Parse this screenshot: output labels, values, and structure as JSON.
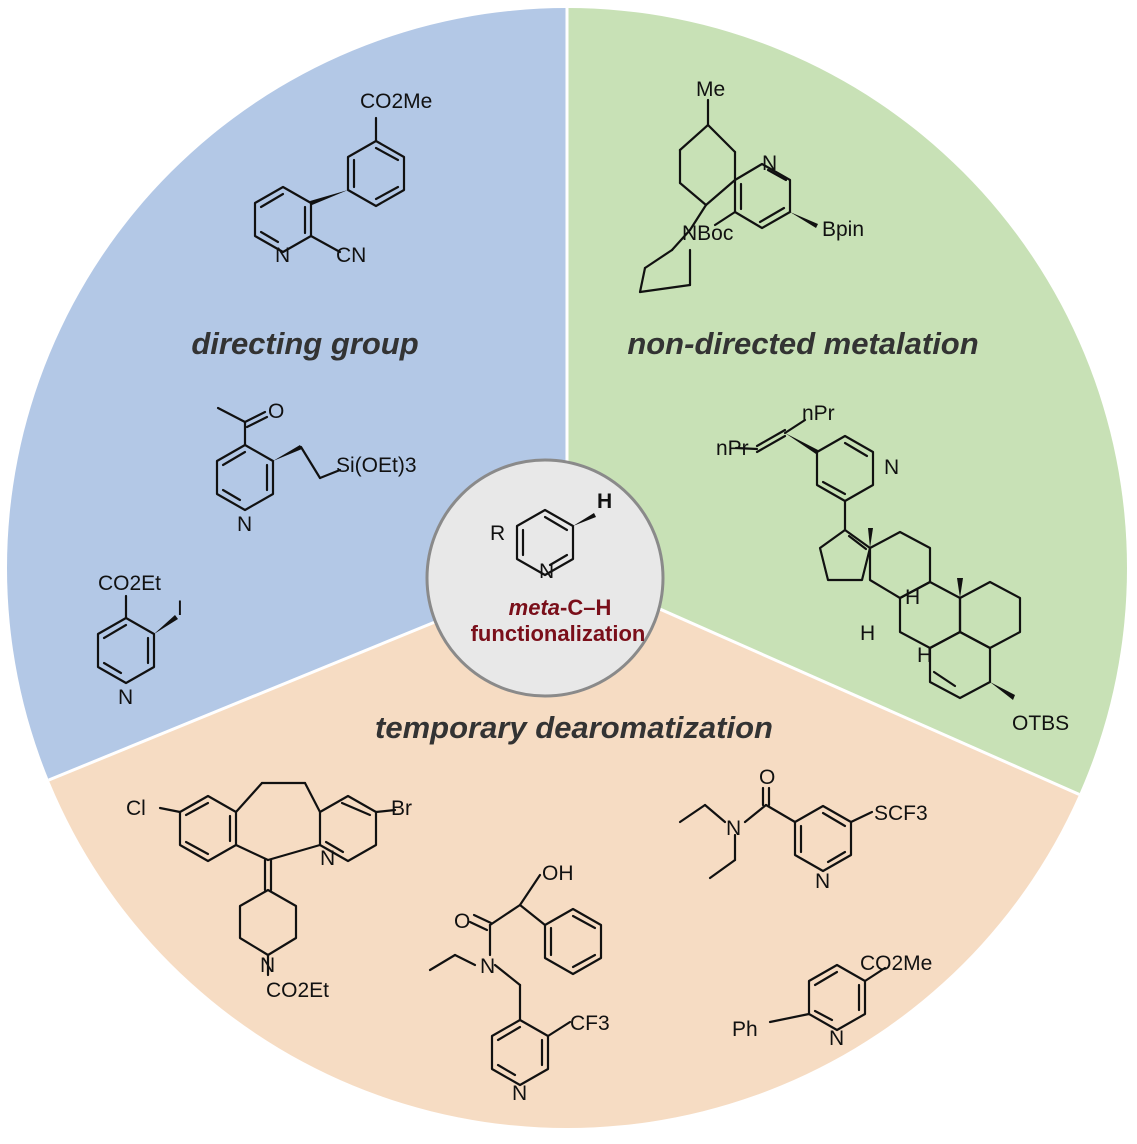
{
  "colors": {
    "directing": "#b3c8e6",
    "nondirected": "#c8e1b6",
    "dearomatization": "#f6dcc3",
    "center_fill": "#e8e8e8",
    "center_stroke": "#8a8a8a",
    "title_accent": "#7a0f1a",
    "section_text": "#333333"
  },
  "center": {
    "R": "R",
    "H": "H",
    "N": "N",
    "line1_italic": "meta",
    "line1_rest": "-C–H",
    "line2": "functionalization"
  },
  "sections": {
    "directing": "directing group",
    "nondirected": "non-directed metalation",
    "dearomatization": "temporary dearomatization"
  },
  "labels": {
    "co2me_1": "CO2Me",
    "cn": "CN",
    "n_a": "N",
    "me": "Me",
    "n_b": "N",
    "nboc": "NBoc",
    "bpin": "Bpin",
    "o_ketone": "O",
    "si": "Si(OEt)3",
    "n_c": "N",
    "co2et_1": "CO2Et",
    "iodo": "I",
    "n_d": "N",
    "npr_1": "nPr",
    "npr_2": "nPr",
    "n_e": "N",
    "h_1": "H",
    "h_2": "H",
    "h_3": "H",
    "otbs": "OTBS",
    "cl": "Cl",
    "br": "Br",
    "n_f": "N",
    "n_g": "N",
    "co2et_2": "CO2Et",
    "oh": "OH",
    "o_amide": "O",
    "n_h": "N",
    "cf3": "CF3",
    "n_i": "N",
    "o_amide2": "O",
    "n_j": "N",
    "scf3": "SCF3",
    "n_k": "N",
    "co2me_2": "CO2Me",
    "ph": "Ph",
    "n_l": "N"
  }
}
